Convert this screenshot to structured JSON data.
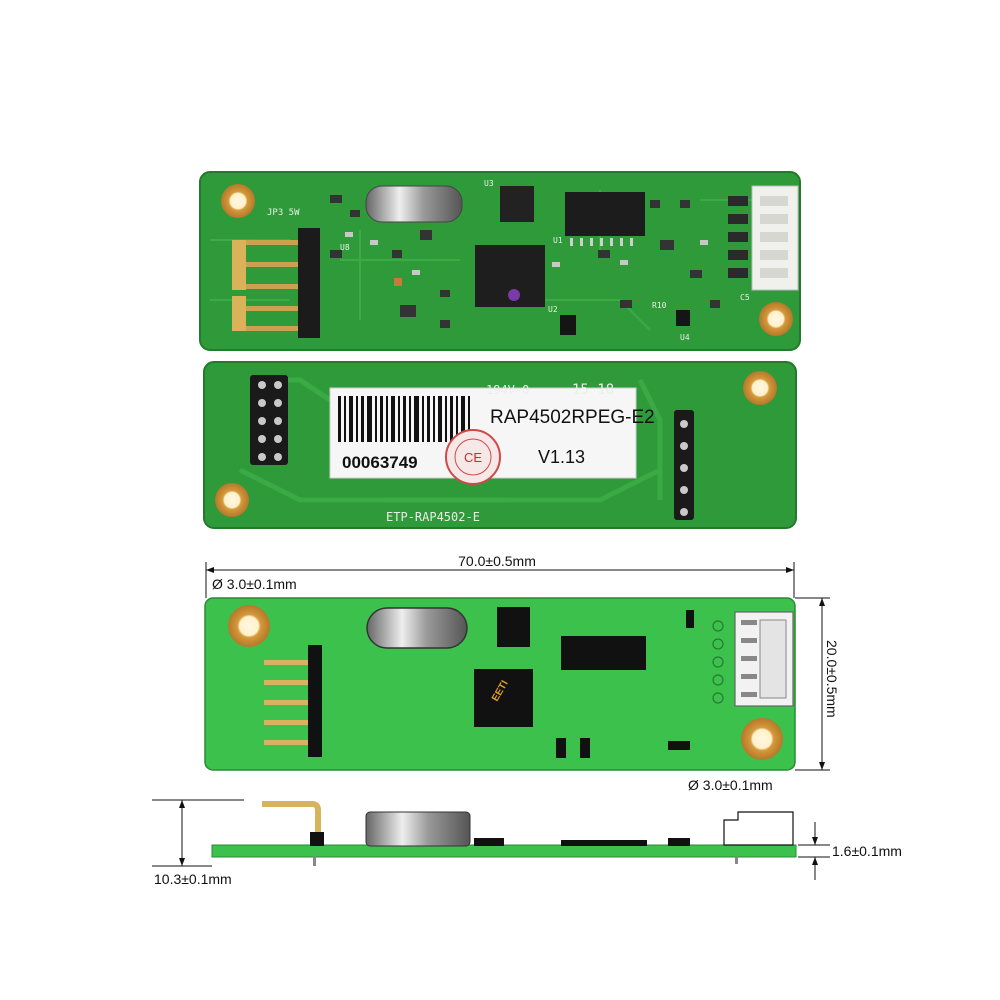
{
  "top_board": {
    "silkscreen_jp3": "JP3 5W",
    "silk_u8": "U8",
    "silk_u3": "U3",
    "silk_u1": "U1",
    "silk_u2": "U2",
    "silk_u4": "U4",
    "silk_r10": "R10",
    "silk_c5": "C5"
  },
  "bottom_board": {
    "ul_mark": "194V-0",
    "date_code": "15 18",
    "model_label": "RAP4502RPEG-E2",
    "version_label": "V1.13",
    "serial_number": "00063749",
    "ce_mark": "CE",
    "silkscreen_name": "ETP-RAP4502-E"
  },
  "dimensions": {
    "width": "70.0±0.5mm",
    "height": "20.0±0.5mm",
    "hole_top_left": "Ø 3.0±0.1mm",
    "hole_bottom_right": "Ø 3.0±0.1mm",
    "side_height": "10.3±0.1mm",
    "board_thickness": "1.6±0.1mm"
  },
  "drawing_board": {
    "chip_logo": "EETI"
  },
  "colors": {
    "pcb_green": "#2f9a3a",
    "pcb_dark": "#1f7a2a",
    "gold": "#d9a84a",
    "drawing_green": "#3cc24c"
  }
}
